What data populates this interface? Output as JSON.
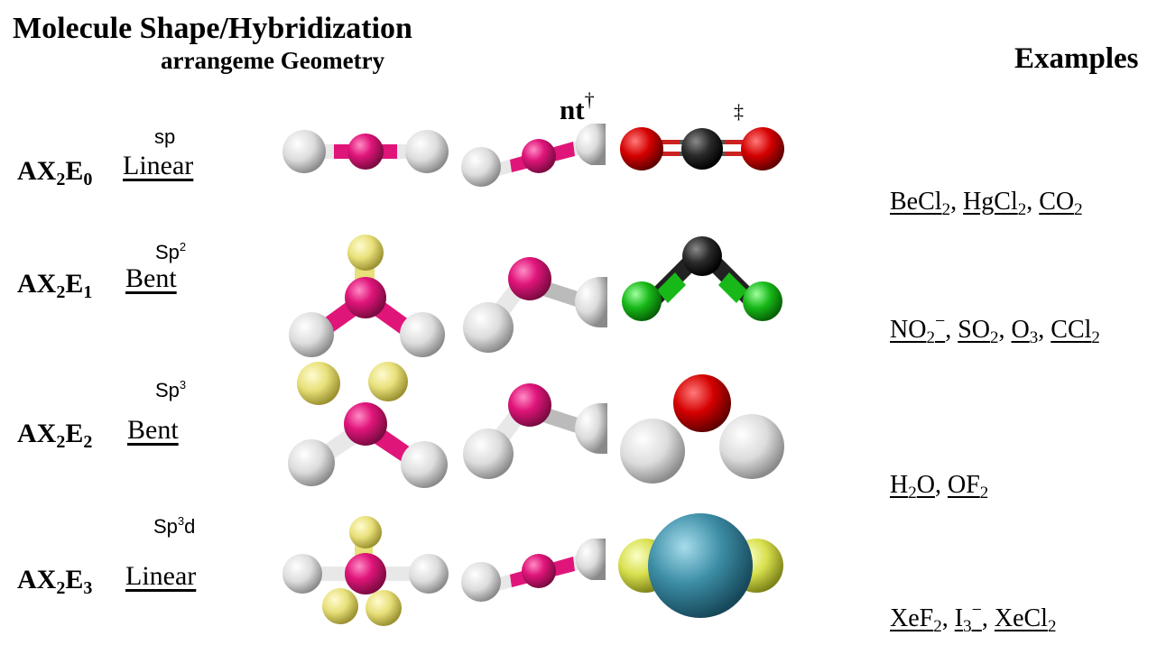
{
  "header": {
    "title": "Molecule Shape/Hybridization",
    "subtitle": "arrangeme Geometry",
    "examples_label": "Examples",
    "nt_label": "nt",
    "nt_mark": "†",
    "double_dagger": "‡"
  },
  "rows": [
    {
      "hybridization": {
        "base": "sp",
        "sup": "",
        "tail": ""
      },
      "ax": {
        "a": "AX",
        "n1": "2",
        "e": "E",
        "n2": "0"
      },
      "shape": "Linear",
      "examples": [
        {
          "t": "BeCl",
          "s": "2",
          "sup": ""
        },
        {
          "t": "HgCl",
          "s": "2",
          "sup": ""
        },
        {
          "t": "CO",
          "s": "2",
          "sup": ""
        }
      ]
    },
    {
      "hybridization": {
        "base": "Sp",
        "sup": "2",
        "tail": ""
      },
      "ax": {
        "a": "AX",
        "n1": "2",
        "e": "E",
        "n2": "1"
      },
      "shape": "Bent",
      "examples": [
        {
          "t": "NO",
          "s": "2",
          "sup": "−"
        },
        {
          "t": "SO",
          "s": "2",
          "sup": ""
        },
        {
          "t": "O",
          "s": "3",
          "sup": ""
        },
        {
          "t": "CCl",
          "s": "2",
          "sup": ""
        }
      ]
    },
    {
      "hybridization": {
        "base": "Sp",
        "sup": "3",
        "tail": ""
      },
      "ax": {
        "a": "AX",
        "n1": "2",
        "e": "E",
        "n2": "2"
      },
      "shape": "Bent",
      "examples": [
        {
          "t": "H",
          "s": "2",
          "t2": "O",
          "sup": ""
        },
        {
          "t": "OF",
          "s": "2",
          "sup": ""
        }
      ]
    },
    {
      "hybridization": {
        "base": "Sp",
        "sup": "3",
        "tail": "d"
      },
      "ax": {
        "a": "AX",
        "n1": "2",
        "e": "E",
        "n2": "3"
      },
      "shape": "Linear",
      "examples": [
        {
          "t": "XeF",
          "s": "2",
          "sup": ""
        },
        {
          "t": "I",
          "s": "3",
          "sup": "−"
        },
        {
          "t": "XeCl",
          "s": "2",
          "sup": ""
        }
      ]
    }
  ],
  "colors": {
    "central_atom": "#e0157a",
    "lone_pair": "#e8e07a",
    "ligand": "#e4e4e4",
    "oxygen": "#d40000",
    "carbon": "#262626",
    "chlorine": "#18b818",
    "xenon": "#3d8ea6",
    "fluorine": "#d8e04e"
  }
}
